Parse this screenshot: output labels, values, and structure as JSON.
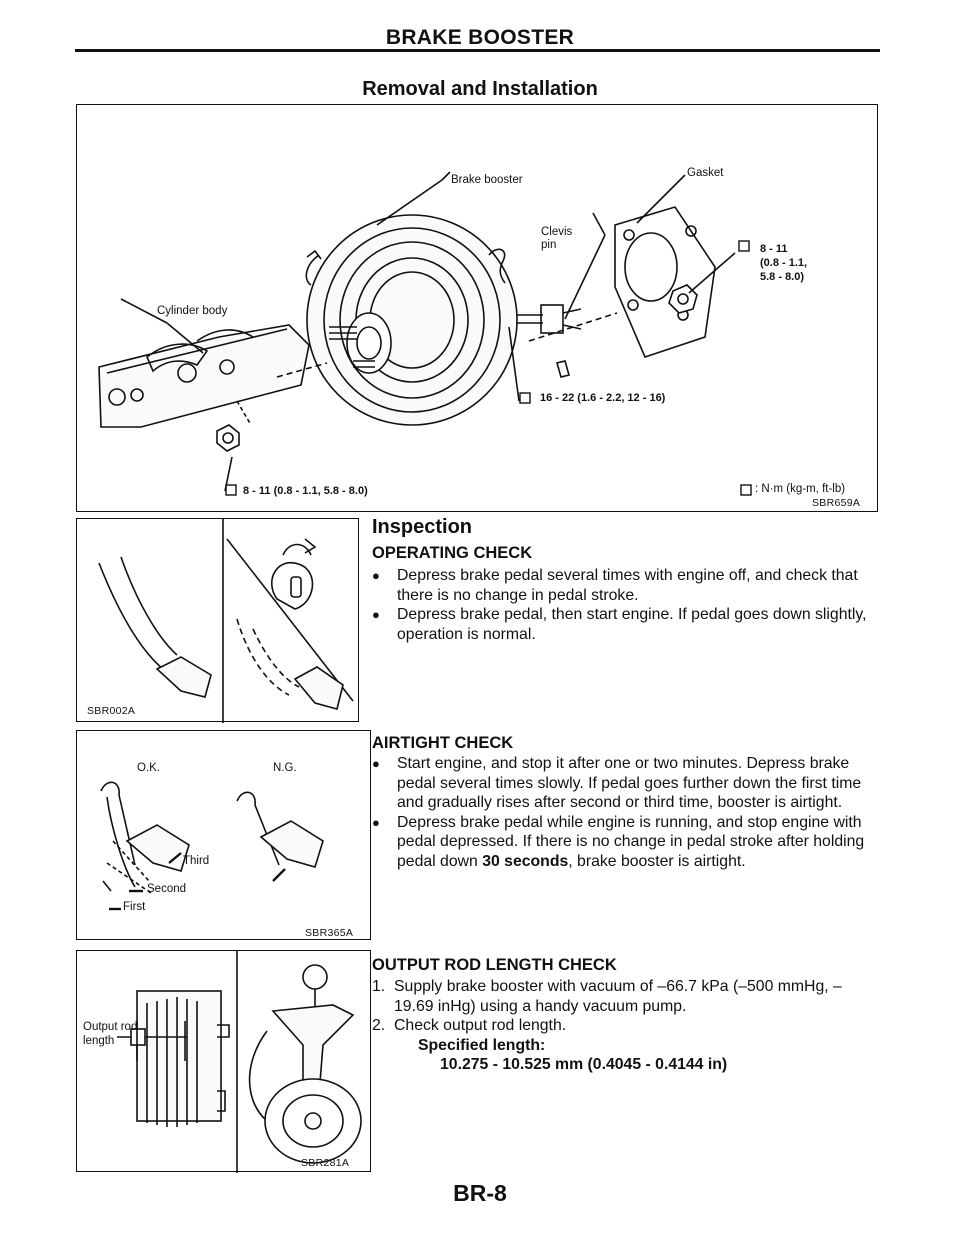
{
  "header": {
    "section_title": "BRAKE BOOSTER",
    "subtitle": "Removal and Installation"
  },
  "figure_main": {
    "labels": {
      "brake_booster": "Brake booster",
      "gasket": "Gasket",
      "clevis_pin": "Clevis pin",
      "cylinder_body": "Cylinder body"
    },
    "torques": {
      "gasket_nut_line1": "8 - 11",
      "gasket_nut_line2": "(0.8 - 1.1,",
      "gasket_nut_line3": "5.8 - 8.0)",
      "booster_nut": "16 - 22 (1.6 - 2.2, 12 - 16)",
      "cylinder_nut": "8 - 11 (0.8 - 1.1, 5.8 - 8.0)"
    },
    "legend": ": N·m (kg-m, ft-lb)",
    "code": "SBR659A"
  },
  "figure_pedal": {
    "code": "SBR002A"
  },
  "figure_airtight": {
    "ok": "O.K.",
    "ng": "N.G.",
    "third": "Third",
    "second": "Second",
    "first": "First",
    "code": "SBR365A"
  },
  "figure_rod": {
    "output_rod_line1": "Output rod",
    "output_rod_line2": "length",
    "code": "SBR281A"
  },
  "inspection": {
    "heading": "Inspection",
    "operating": {
      "heading": "OPERATING CHECK",
      "items": [
        "Depress brake pedal several times with engine off, and check that there is no change in pedal stroke.",
        "Depress brake pedal, then start engine. If pedal goes down slightly, operation is normal."
      ]
    },
    "airtight": {
      "heading": "AIRTIGHT CHECK",
      "item1": "Start engine, and stop it after one or two minutes. Depress brake pedal several times slowly. If pedal goes further down the first time and gradually rises after second or third time, booster is airtight.",
      "item2_a": "Depress brake pedal while engine is running, and stop engine with pedal depressed. If there is no change in pedal stroke after holding pedal down",
      "item2_bold": "30 seconds",
      "item2_b": ", brake booster is airtight."
    },
    "output_rod": {
      "heading": "OUTPUT ROD LENGTH CHECK",
      "step1_num": "1.",
      "step1": "Supply brake booster with vacuum of –66.7 kPa (–500 mmHg, –19.69 inHg) using a handy vacuum pump.",
      "step2_num": "2.",
      "step2": "Check output rod length.",
      "spec_label": "Specified length:",
      "spec_value": "10.275 - 10.525 mm (0.4045 - 0.4144 in)"
    }
  },
  "footer": {
    "page": "BR-8"
  }
}
